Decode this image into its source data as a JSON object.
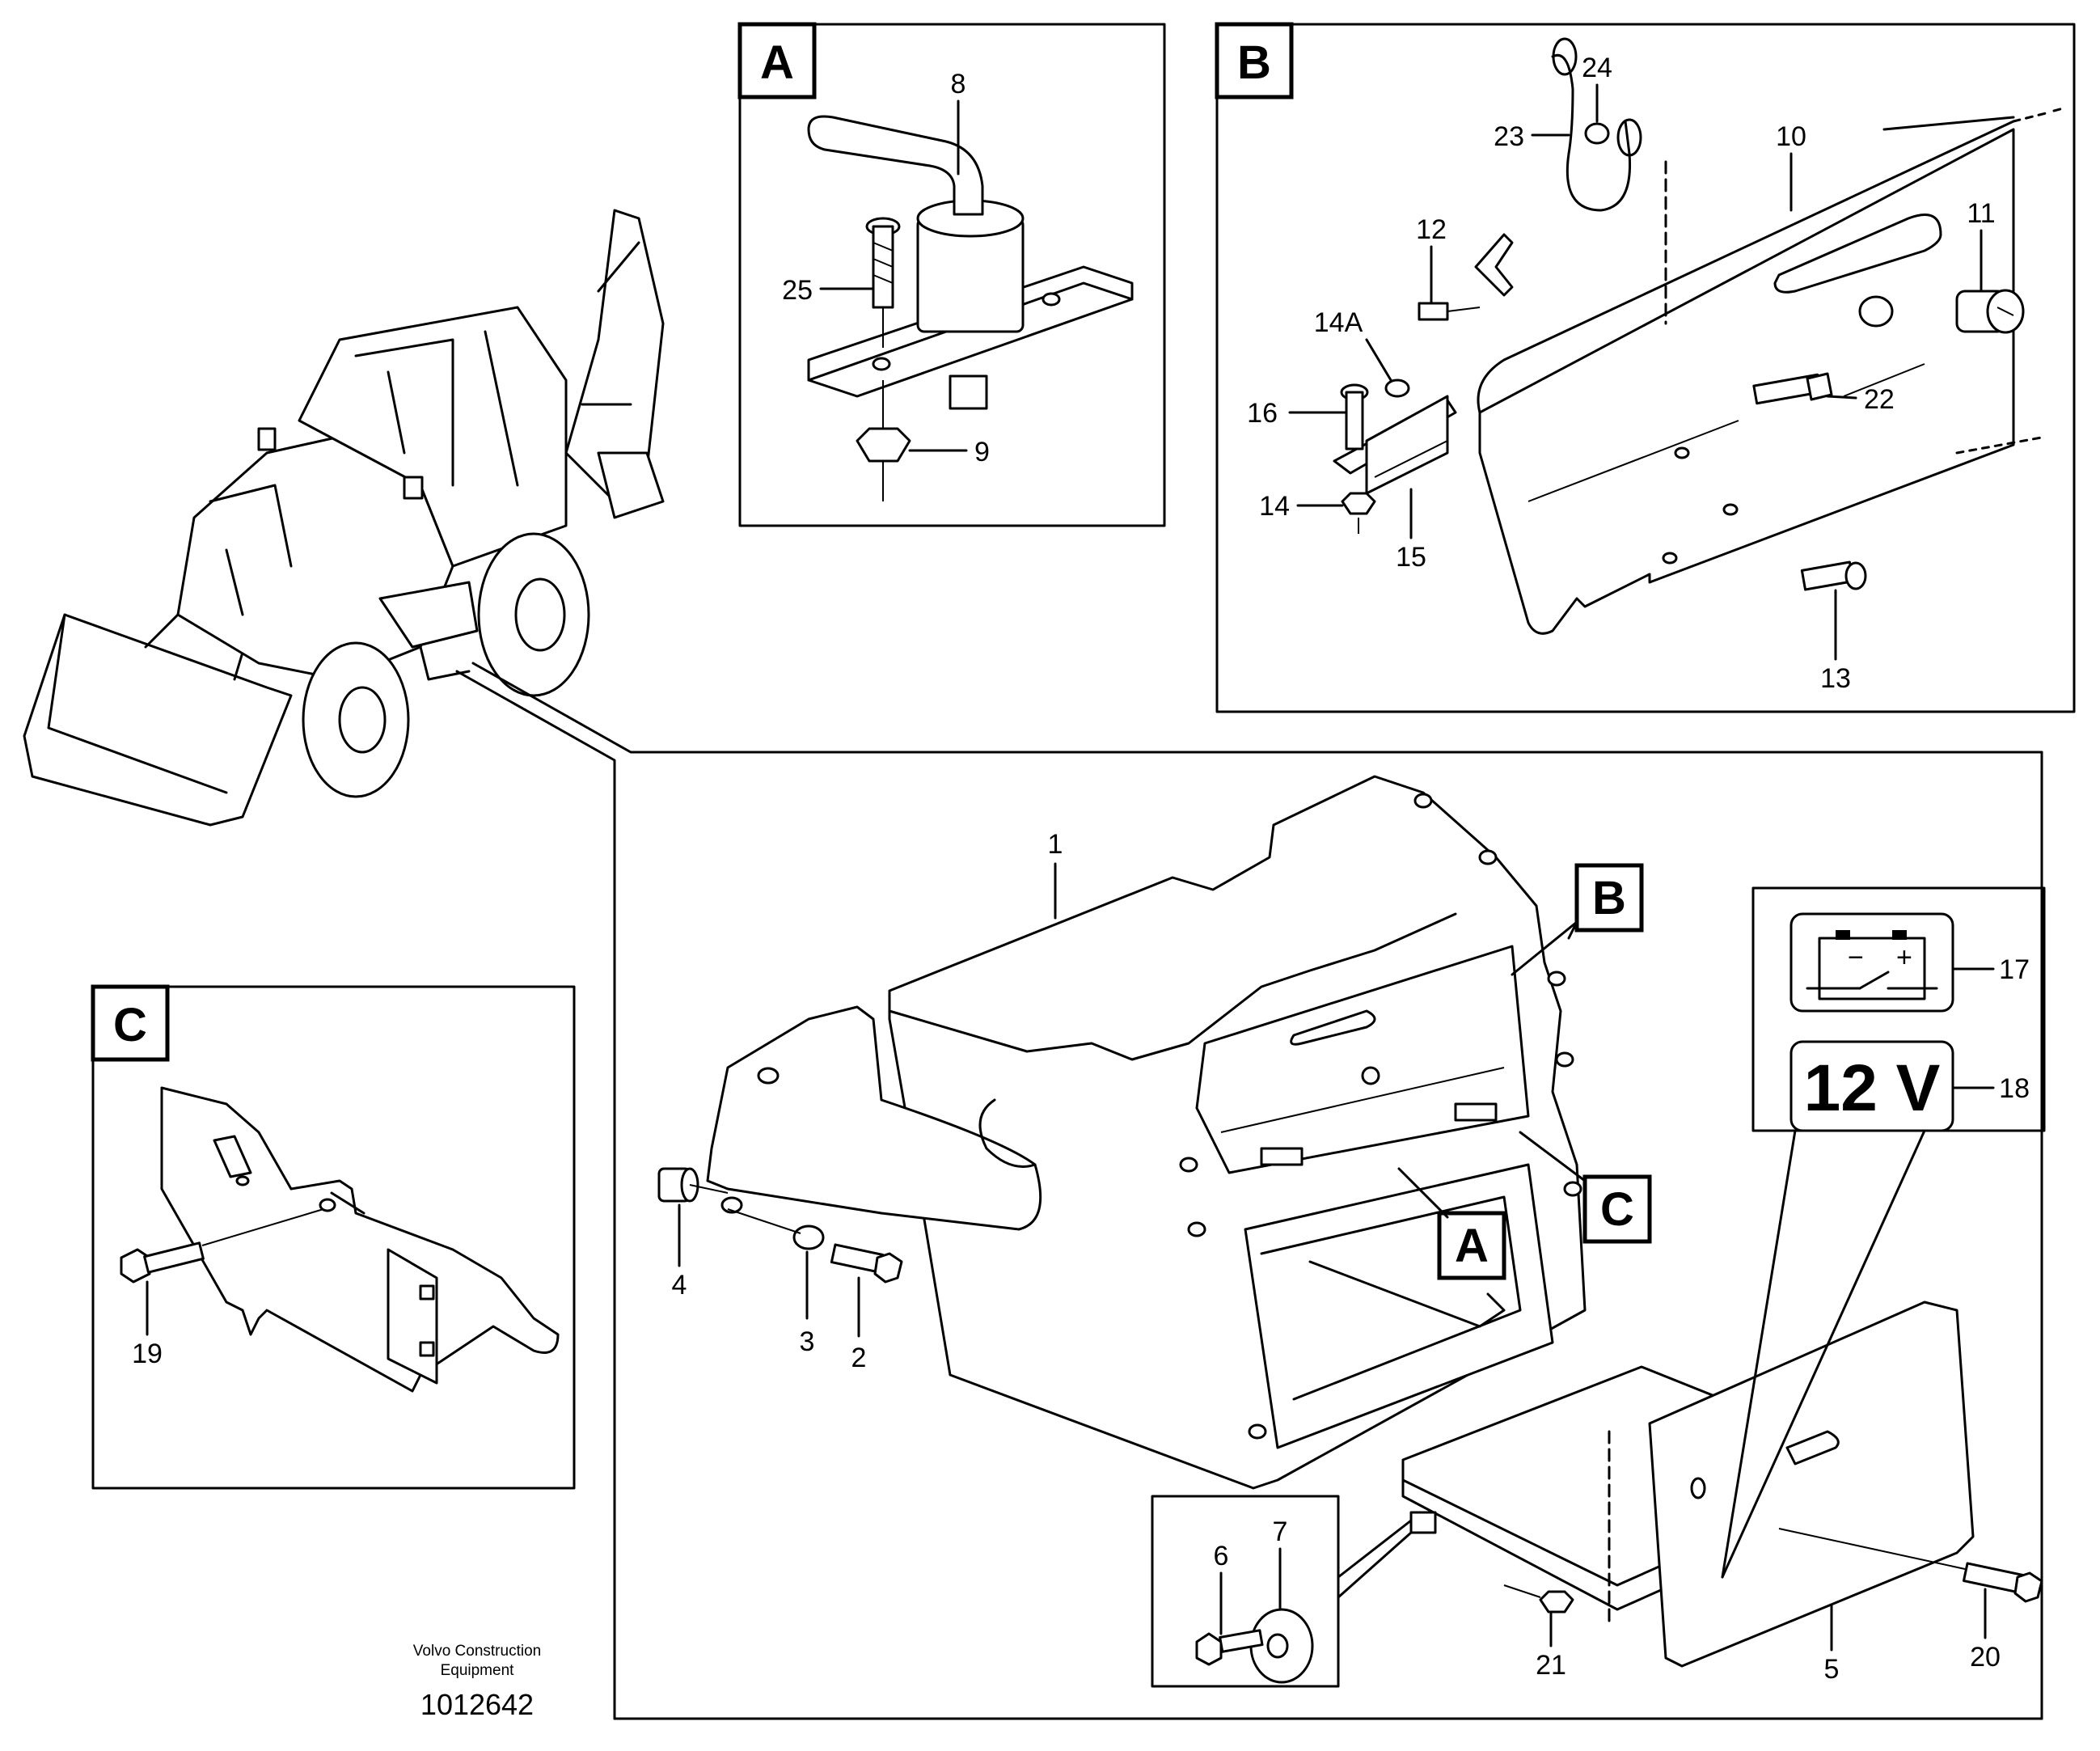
{
  "panels": {
    "A": {
      "label": "A"
    },
    "B": {
      "label": "B"
    },
    "C": {
      "label": "C"
    }
  },
  "callouts": {
    "p1": "1",
    "p2": "2",
    "p3": "3",
    "p4": "4",
    "p5": "5",
    "p6": "6",
    "p7": "7",
    "p8": "8",
    "p9": "9",
    "p10": "10",
    "p11": "11",
    "p12": "12",
    "p13": "13",
    "p14": "14",
    "p14a": "14A",
    "p15": "15",
    "p16": "16",
    "p17": "17",
    "p18": "18",
    "p19": "19",
    "p20": "20",
    "p21": "21",
    "p22": "22",
    "p23": "23",
    "p24": "24",
    "p25": "25"
  },
  "references": {
    "B": "B",
    "A": "A",
    "C": "C"
  },
  "decals": {
    "voltage": "12 V",
    "battery_minus": "−",
    "battery_plus": "+"
  },
  "footer": {
    "credit_line1": "Volvo Construction",
    "credit_line2": "Equipment",
    "doc_number": "1012642"
  }
}
